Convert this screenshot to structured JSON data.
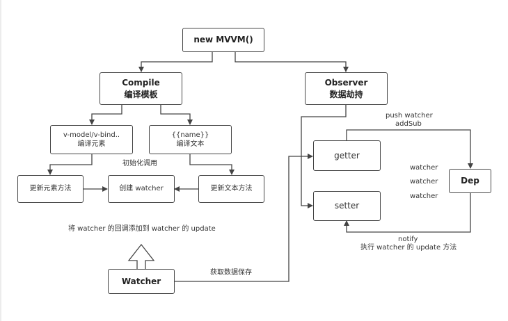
{
  "diagram": {
    "title": "new MVVM()",
    "nodes": {
      "mvvm": {
        "line1": "new MVVM()"
      },
      "compile": {
        "line1": "Compile",
        "line2": "编译模板"
      },
      "observer": {
        "line1": "Observer",
        "line2": "数据劫持"
      },
      "vmodel": {
        "line1": "v-model/v-bind..",
        "line2": "编译元素"
      },
      "mustache": {
        "line1": "{{name}}",
        "line2": "编译文本"
      },
      "update_element": {
        "line1": "更新元素方法"
      },
      "create_watcher": {
        "line1": "创建 watcher"
      },
      "update_text": {
        "line1": "更新文本方法"
      },
      "getter": {
        "line1": "getter"
      },
      "setter": {
        "line1": "setter"
      },
      "dep": {
        "line1": "Dep"
      },
      "watcher": {
        "line1": "Watcher"
      }
    },
    "labels": {
      "init_call": "初始化调用",
      "add_callback": "将 watcher 的回调添加到 watcher 的 update",
      "get_data": "获取数据保存",
      "push_watcher": "push watcher",
      "add_sub": "addSub",
      "dep_watchers": [
        "watcher",
        "watcher",
        "watcher"
      ],
      "notify": "notify",
      "exec_update": "执行 watcher 的 update 方法"
    },
    "colors": {
      "line": "#444444",
      "text": "#333333",
      "background": "#ffffff"
    }
  }
}
